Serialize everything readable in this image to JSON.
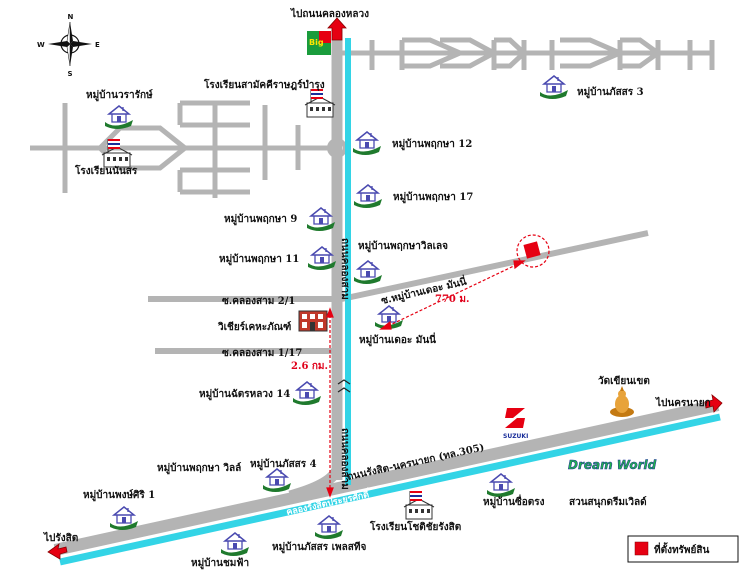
{
  "compass": {
    "n": "N",
    "s": "S",
    "e": "E",
    "w": "W"
  },
  "labels": {
    "to_khlong_luang": "ไปถนนคลองหลวง",
    "to_nakhon_nayok": "ไปนครนายก",
    "to_rangsit": "ไปรังสิต",
    "big_c": "Big",
    "school_samakkhi": "โรงเรียนสามัคคีราษฎร์บำรุง",
    "school_nanthasorn": "โรงเรียนนันสร",
    "v_worarak": "หมู่บ้านวรารักษ์",
    "v_phatsorn3": "หมู่บ้านภัสสร 3",
    "v_pruksa12": "หมู่บ้านพฤกษา 12",
    "v_pruksa17": "หมู่บ้านพฤกษา 17",
    "v_pruksa9": "หมู่บ้านพฤกษา 9",
    "v_pruksa_villa": "หมู่บ้านพฤกษาวิลเลจ",
    "v_pruksa11": "หมู่บ้านพฤกษา 11",
    "soi_money_road": "ซ.หมู่บ้านเดอะ มันนี่",
    "dist_770": "770 ม.",
    "soi_sam_2_1": "ซ.คลองสาม 2/1",
    "visit_kha": "วิเชียร์เคหะภัณฑ์",
    "v_the_money": "หมู่บ้านเดอะ มันนี่",
    "soi_sam_1_17": "ซ.คลองสาม 1/17",
    "dist_26": "2.6 กม.",
    "v_chatluang14": "หมู่บ้านฉัตรหลวง 14",
    "wat_kian": "วัดเขียนเขต",
    "road_main_v": "ถนนคลองสาม",
    "road_main_v2": "ถนนคลองสาม",
    "v_phatsorn4": "หมู่บ้านภัสสร 4",
    "v_pruksa_villa2": "หมู่บ้านพฤกษา วิลล์",
    "v_phongsiri1": "หมู่บ้านพงษ์ศิริ 1",
    "road_rangsit": "ถนนรังสิต-นครนายก (ทล.305)",
    "canal_rangsit": "คลองรังสิตประยูรศักดิ์",
    "school_chot": "โรงเรียนโชติชัยรังสิต",
    "v_chuetrong": "หมู่บ้านซื่อตรง",
    "dream_world": "สวนสนุกดรีมเวิลด์",
    "dream_world_logo": "Dream World",
    "suzuki": "SUZUKI",
    "v_chomfa": "หมู่บ้านชมฟ้า",
    "v_phatsorn_place": "หมู่บ้านภัสสร เพลสทีจ"
  },
  "legend": {
    "text": "ที่ตั้งทรัพย์สิน",
    "color": "#e60012"
  },
  "colors": {
    "road": "#b4b4b4",
    "canal": "#33d4e6",
    "arrow": "#e60012",
    "house": "#1f7a2d",
    "house_roof": "#4a4ab0"
  }
}
